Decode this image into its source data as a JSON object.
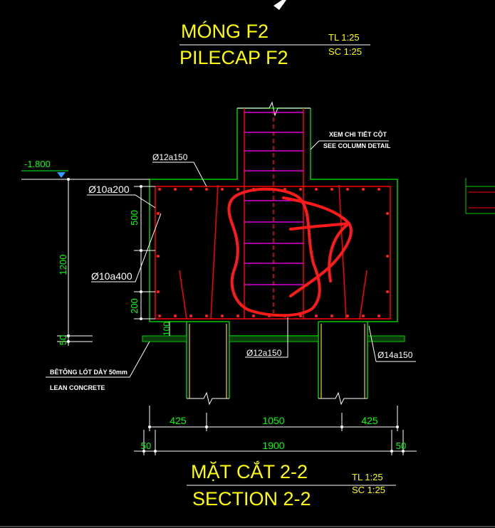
{
  "title_top": {
    "line1": "MÓNG F2",
    "line2": "PILECAP F2",
    "scale1": "TL 1:25",
    "scale2": "SC 1:25"
  },
  "title_bottom": {
    "line1": "MẶT CẮT 2-2",
    "line2": "SECTION 2-2",
    "scale1": "TL 1:25",
    "scale2": "SC 1:25"
  },
  "labels": {
    "level": "-1.800",
    "column_note_vn": "XEM CHI TIẾT CỘT",
    "column_note_en": "SEE COLUMN DETAIL",
    "lean_concrete_vn": "BÊTÔNG LÓT DÀY 50mm",
    "lean_concrete_en": "LEAN CONCRETE",
    "rebar_top": "Ø12a150",
    "rebar_side_upper": "Ø10a200",
    "rebar_side_lower": "Ø10a400",
    "rebar_bottom": "Ø12a150",
    "rebar_pile": "Ø14a150"
  },
  "dimensions": {
    "height_total": "1200",
    "height_upper": "500",
    "height_lower": "200",
    "lean_thickness": "50",
    "pile_embed": "100",
    "row1": [
      "425",
      "1050",
      "425"
    ],
    "row2": [
      "50",
      "1900",
      "50"
    ]
  },
  "colors": {
    "background": "#000000",
    "concrete_outline": "#00cc00",
    "rebar": "#ff0000",
    "stirrup": "#ff00ff",
    "text_title": "#ffff00",
    "text_dimension": "#00ff00",
    "text_label": "#ffffff",
    "markup": "#ff1a1a"
  }
}
